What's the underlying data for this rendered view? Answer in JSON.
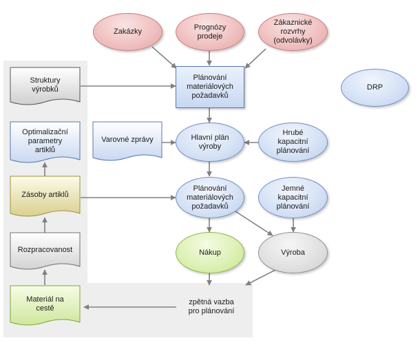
{
  "nodes": {
    "zakazky": "Zakázky",
    "prognozy": "Prognózy\nprodeje",
    "zakaznicke": "Zákaznické\nrozvrhy\n(odvolávky)",
    "planovani1": "Plánování\nmateriálových\npožadavků",
    "drp": "DRP",
    "struktury": "Struktury\nvýrobků",
    "optimalizacni": "Optimalizační\nparametry\nartiklů",
    "varovne": "Varovné zprávy",
    "hlavni_plan": "Hlavní plán\nvýroby",
    "hrube": "Hrubé\nkapacitní\nplánování",
    "zasoby": "Zásoby artiklů",
    "planovani2": "Plánování\nmateriálových\npožadavků",
    "jemne": "Jemné\nkapacitní\nplánování",
    "rozpracovanost": "Rozpracovanost",
    "nakup": "Nákup",
    "vyroba": "Výroba",
    "material": "Materiál na\ncestě",
    "zpetna_vazba": "zpětná vazba\npro plánování"
  },
  "colors": {
    "arrow": "#808080",
    "panel": "#eeeeee"
  }
}
